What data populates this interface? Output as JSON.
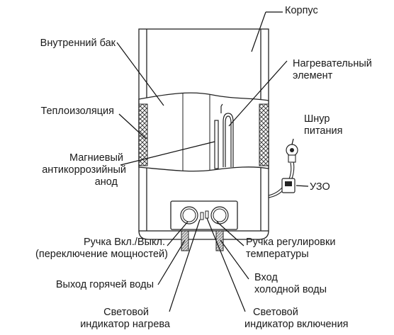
{
  "labels": {
    "body": "Корпус",
    "inner_tank": "Внутренний бак",
    "heating_element": [
      "Нагревательный",
      "элемент"
    ],
    "insulation": "Теплоизоляция",
    "power_cord": [
      "Шнур",
      "питания"
    ],
    "anode": [
      "Магниевый",
      "антикоррозийный",
      "анод"
    ],
    "rcd": "УЗО",
    "power_knob": [
      "Ручка Вкл./Выкл.",
      "(переключение мощностей)"
    ],
    "temp_knob": [
      "Ручка регулировки",
      "температуры"
    ],
    "hot_water_out": "Выход горячей воды",
    "cold_water_in": [
      "Вход",
      "холодной воды"
    ],
    "heating_indicator": [
      "Световой",
      "индикатор нагрева"
    ],
    "power_indicator": [
      "Световой",
      "индикатор включения"
    ]
  }
}
